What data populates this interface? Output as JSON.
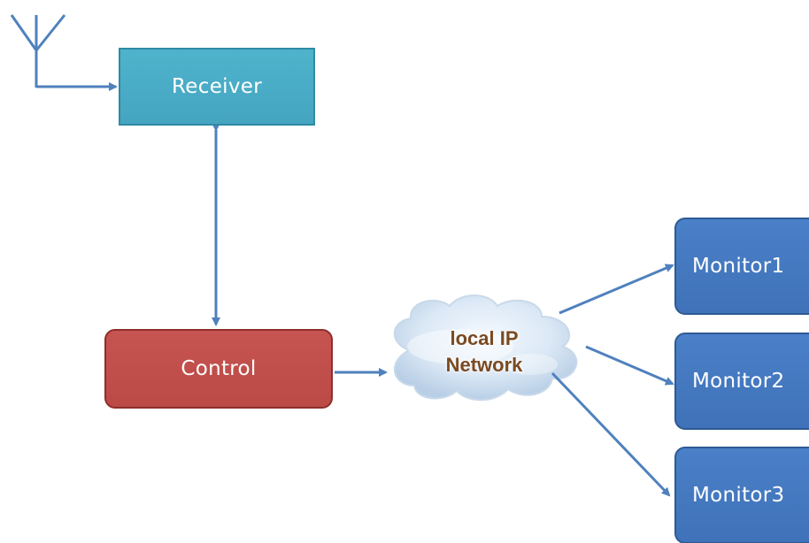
{
  "diagram": {
    "nodes": {
      "receiver": "Receiver",
      "control": "Control",
      "network_line1": "local IP",
      "network_line2": "Network",
      "monitor_1": "Monitor1",
      "monitor_2": "Monitor2",
      "monitor_3": "Monitor3"
    },
    "colors": {
      "receiver": "#4aacc5",
      "control": "#c0504d",
      "monitor": "#4472c4",
      "connector": "#4f81bd",
      "cloud": "#dbe8f5"
    },
    "icons": [
      "antenna-icon",
      "cloud-icon"
    ]
  }
}
